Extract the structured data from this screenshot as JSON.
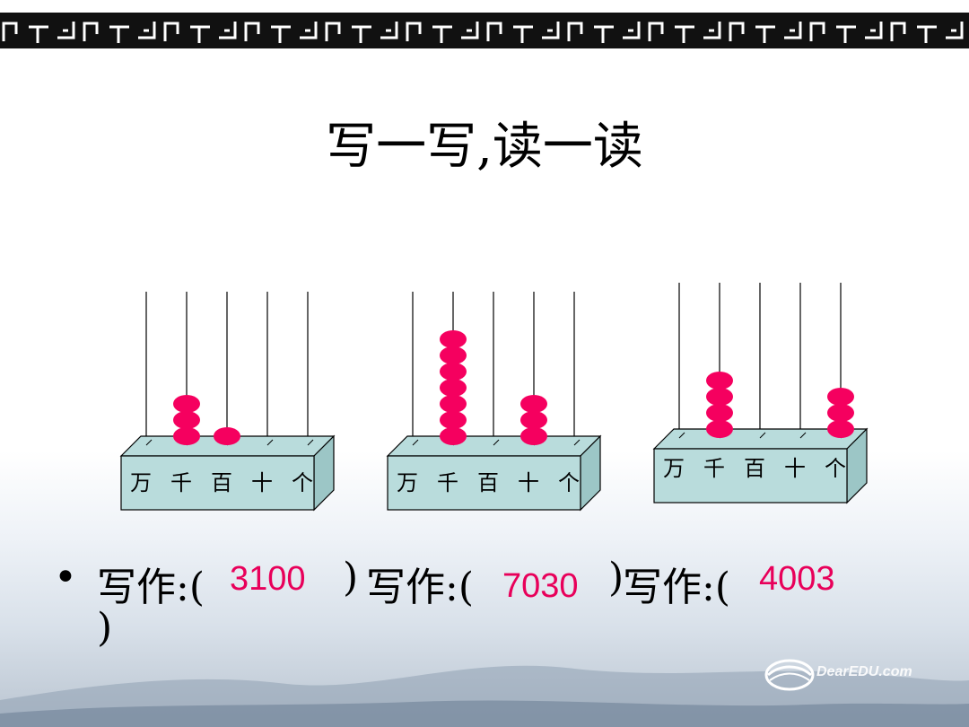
{
  "title": "写一写,读一读",
  "place_labels": [
    "万",
    "千",
    "百",
    "十",
    "个"
  ],
  "abacuses": [
    {
      "beads": [
        0,
        3,
        1,
        0,
        0
      ],
      "answer": "3100"
    },
    {
      "beads": [
        0,
        7,
        0,
        3,
        0
      ],
      "answer": "7030"
    },
    {
      "beads": [
        0,
        4,
        0,
        0,
        3
      ],
      "answer": "4003"
    }
  ],
  "bullet": {
    "symbol": "•",
    "write_prefix_1": "写作:(",
    "close_1": ")",
    "write_prefix_2": "写作:(",
    "close_2": ")",
    "write_prefix_3": "写作:(",
    "close_3": ")"
  },
  "watermark": "DearEDU.com",
  "colors": {
    "bead": "#f5005f",
    "box": "#b9dcdc",
    "answer": "#e8005a"
  }
}
